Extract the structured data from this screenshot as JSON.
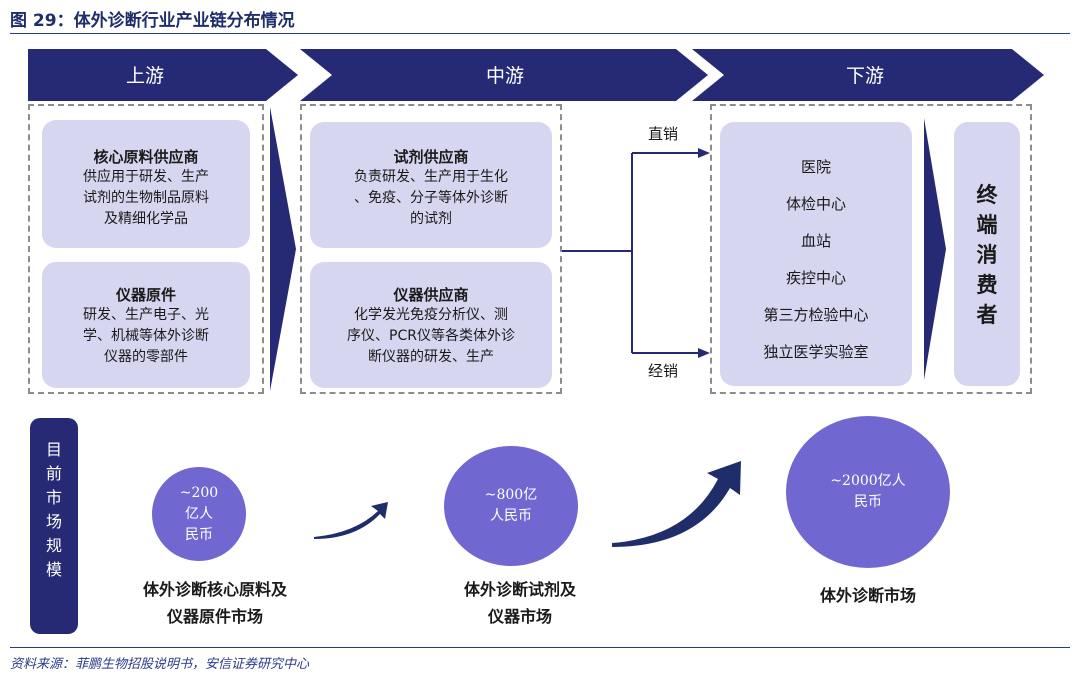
{
  "figure": {
    "title": "图 29：体外诊断行业产业链分布情况",
    "source": "资料来源：菲鹏生物招股说明书，安信证券研究中心"
  },
  "stages": {
    "upstream": "上游",
    "midstream": "中游",
    "downstream": "下游"
  },
  "upstream": {
    "raw_materials": {
      "title": "核心原料供应商",
      "lines": [
        "供应用于研发、生产",
        "试剂的生物制品原料",
        "及精细化学品"
      ]
    },
    "instrument_parts": {
      "title": "仪器原件",
      "lines": [
        "研发、生产电子、光",
        "学、机械等体外诊断",
        "仪器的零部件"
      ]
    }
  },
  "midstream": {
    "reagent": {
      "title": "试剂供应商",
      "lines": [
        "负责研发、生产用于生化",
        "、免疫、分子等体外诊断",
        "的试剂"
      ]
    },
    "instrument": {
      "title": "仪器供应商",
      "lines": [
        "化学发光免疫分析仪、测",
        "序仪、PCR仪等各类体外诊",
        "断仪器的研发、生产"
      ]
    }
  },
  "channels": {
    "direct": "直销",
    "distribution": "经销"
  },
  "downstream": {
    "institutions": [
      "医院",
      "体检中心",
      "血站",
      "疾控中心",
      "第三方检验中心",
      "独立医学实验室"
    ],
    "end_consumer": [
      "终",
      "端",
      "消",
      "费",
      "者"
    ]
  },
  "market_size": {
    "label_chars": [
      "目",
      "前",
      "市",
      "场",
      "规",
      "模"
    ],
    "upstream": {
      "bubble": [
        "~200",
        "亿人",
        "民币"
      ],
      "label": [
        "体外诊断核心原料及",
        "仪器原件市场"
      ]
    },
    "midstream": {
      "bubble": [
        "~800亿",
        "人民币"
      ],
      "label": [
        "体外诊断试剂及",
        "仪器市场"
      ]
    },
    "downstream": {
      "bubble": [
        "~2000亿人",
        "民币"
      ],
      "label": [
        "体外诊断市场"
      ]
    }
  },
  "colors": {
    "navy": "#262a75",
    "card_fill": "#d6d6f1",
    "bubble_fill": "#7068d0",
    "dashed_border": "#8d8d8d"
  }
}
